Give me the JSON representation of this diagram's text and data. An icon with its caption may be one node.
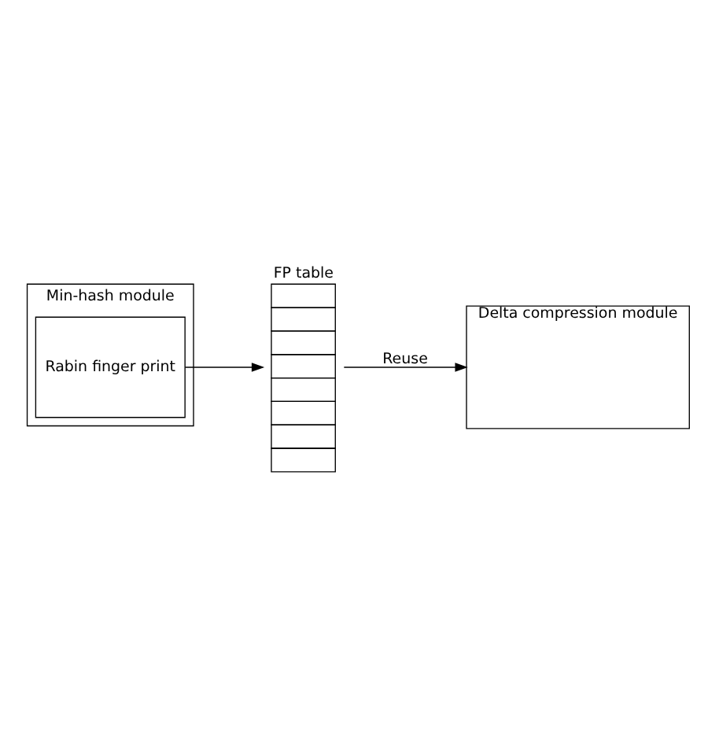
{
  "diagram": {
    "nodes": [
      {
        "text": [
          "FP table"
        ]
      },
      {
        "text": [
          "Min-hash module"
        ]
      },
      {
        "text": [
          "Rabin finger print"
        ],
        "in": 1
      },
      {
        "text": [
          "Delta compression module"
        ]
      }
    ],
    "edges": [
      {
        "from": 2,
        "to": 0,
        "arrow": "to"
      },
      {
        "from": 0,
        "to": 3,
        "arrow": "to",
        "label": "Reuse"
      }
    ]
  }
}
